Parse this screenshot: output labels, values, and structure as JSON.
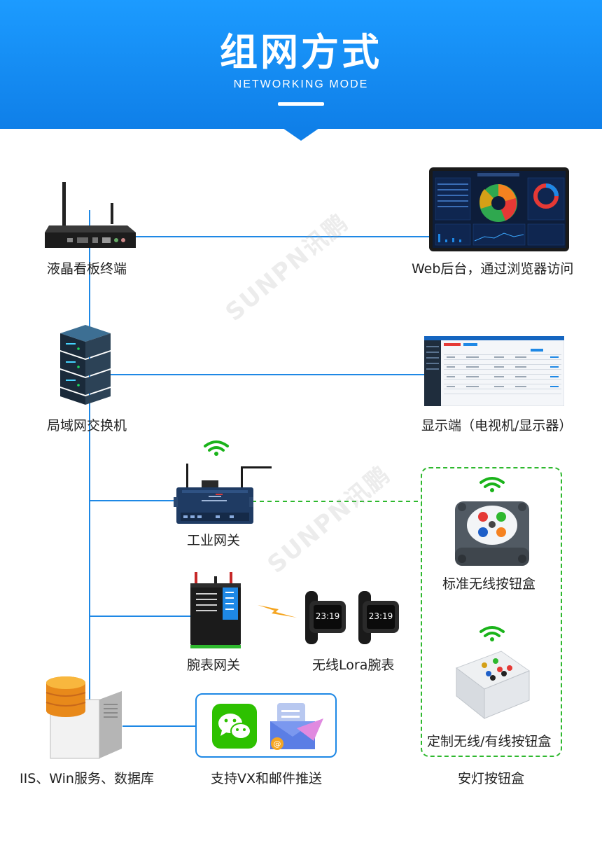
{
  "header": {
    "title": "组网方式",
    "subtitle": "NETWORKING MODE"
  },
  "watermark": "SUNPN讯鹏",
  "nodes": {
    "lcd_terminal": "液晶看板终端",
    "web_backend": "Web后台，通过浏览器访问",
    "lan_switch": "局域网交换机",
    "display": "显示端（电视机/显示器）",
    "industrial_gateway": "工业网关",
    "standard_button_box": "标准无线按钮盒",
    "watch_gateway": "腕表网关",
    "lora_watch": "无线Lora腕表",
    "custom_button_box": "定制无线/有线按钮盒",
    "server": "IIS、Win服务、数据库",
    "push": "支持VX和邮件推送",
    "andon_box": "安灯按钮盒"
  },
  "watch_time": "23:19",
  "colors": {
    "header": "#1c9bff",
    "line_blue": "#1e88e5",
    "line_green": "#2eb82e"
  }
}
